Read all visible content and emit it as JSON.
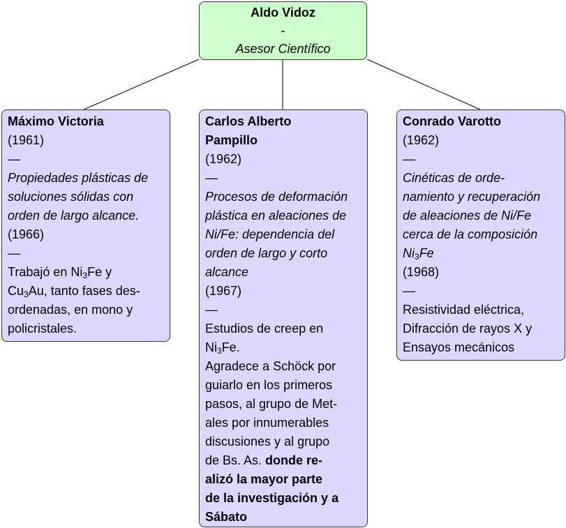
{
  "root": {
    "lines": [
      [
        [
          "Aldo Vidoz",
          "b"
        ]
      ],
      [
        [
          "-",
          ""
        ]
      ],
      [
        [
          "Asesor Científico",
          "i"
        ]
      ]
    ]
  },
  "children": [
    {
      "name": "Máximo Victoria",
      "lines": [
        [
          [
            "Máximo Victoria",
            "b"
          ]
        ],
        [
          [
            "(1961)",
            ""
          ]
        ],
        [
          [
            "—",
            ""
          ]
        ],
        [
          [
            "Propiedades plásticas de",
            "i"
          ]
        ],
        [
          [
            "soluciones sólidas con",
            "i"
          ]
        ],
        [
          [
            "orden de largo alcance.",
            "i"
          ]
        ],
        [
          [
            "(1966)",
            ""
          ]
        ],
        [
          [
            "—",
            ""
          ]
        ],
        [
          [
            "Trabajó en Ni",
            ""
          ],
          [
            "3",
            "sub"
          ],
          [
            "Fe y",
            ""
          ]
        ],
        [
          [
            "Cu",
            ""
          ],
          [
            "3",
            "sub"
          ],
          [
            "Au, tanto fases des-",
            ""
          ]
        ],
        [
          [
            "ordenadas, en mono y",
            ""
          ]
        ],
        [
          [
            "policristales.",
            ""
          ]
        ]
      ]
    },
    {
      "name": "Carlos Alberto Pampillo",
      "lines": [
        [
          [
            "Carlos Alberto",
            "b"
          ]
        ],
        [
          [
            "Pampillo",
            "b"
          ]
        ],
        [
          [
            "(1962)",
            ""
          ]
        ],
        [
          [
            "—",
            ""
          ]
        ],
        [
          [
            "Procesos de deformación",
            "i"
          ]
        ],
        [
          [
            "plástica en aleaciones de",
            "i"
          ]
        ],
        [
          [
            "Ni/Fe: dependencia del",
            "i"
          ]
        ],
        [
          [
            "orden de largo y corto",
            "i"
          ]
        ],
        [
          [
            "alcance",
            "i"
          ]
        ],
        [
          [
            "(1967)",
            ""
          ]
        ],
        [
          [
            "—",
            ""
          ]
        ],
        [
          [
            "Estudios de creep en",
            ""
          ]
        ],
        [
          [
            "Ni",
            ""
          ],
          [
            "3",
            "sub"
          ],
          [
            "Fe.",
            ""
          ]
        ],
        [
          [
            "Agradece a Schöck por",
            ""
          ]
        ],
        [
          [
            "guiarlo en los primeros",
            ""
          ]
        ],
        [
          [
            "pasos, al grupo de Met-",
            ""
          ]
        ],
        [
          [
            "ales por innumerables",
            ""
          ]
        ],
        [
          [
            "discusiones y al grupo",
            ""
          ]
        ],
        [
          [
            "de Bs. As. ",
            ""
          ],
          [
            "donde re-",
            "b"
          ]
        ],
        [
          [
            "alizó la mayor parte",
            "b"
          ]
        ],
        [
          [
            "de la investigación y a",
            "b"
          ]
        ],
        [
          [
            "Sábato",
            "b"
          ]
        ]
      ]
    },
    {
      "name": "Conrado Varotto",
      "lines": [
        [
          [
            "Conrado Varotto",
            "b"
          ]
        ],
        [
          [
            "(1962)",
            ""
          ]
        ],
        [
          [
            "—",
            ""
          ]
        ],
        [
          [
            "Cinéticas de orde-",
            "i"
          ]
        ],
        [
          [
            "namiento y recuperación",
            "i"
          ]
        ],
        [
          [
            "de aleaciones de Ni/Fe",
            "i"
          ]
        ],
        [
          [
            "cerca de la composición",
            "i"
          ]
        ],
        [
          [
            "Ni",
            "i"
          ],
          [
            "3",
            "sub"
          ],
          [
            "Fe",
            "i"
          ]
        ],
        [
          [
            "(1968)",
            ""
          ]
        ],
        [
          [
            "—",
            ""
          ]
        ],
        [
          [
            "Resistividad eléctrica,",
            ""
          ]
        ],
        [
          [
            "Difracción de rayos X y",
            ""
          ]
        ],
        [
          [
            "Ensayos mecánicos",
            ""
          ]
        ]
      ]
    }
  ],
  "colors": {
    "root_fill": "#ccffcc",
    "child_fill": "#d9d9ff",
    "border": "#333333"
  }
}
